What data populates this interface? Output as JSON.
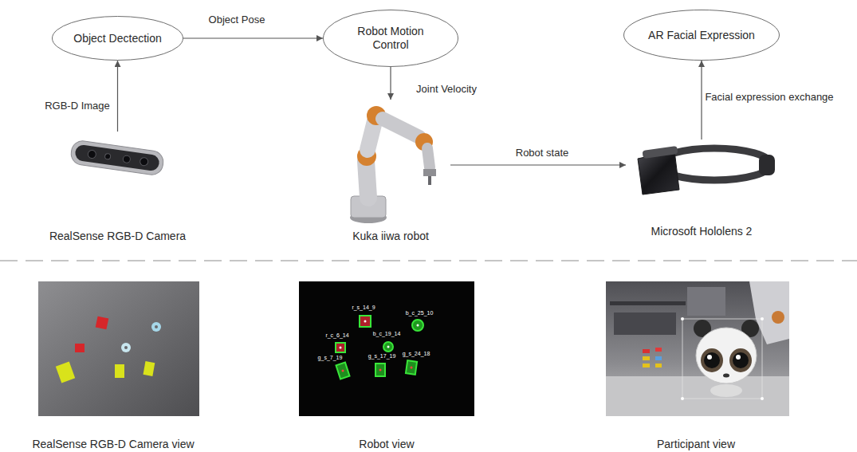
{
  "diagram": {
    "nodes": [
      {
        "text": [
          "Object Dectection"
        ]
      },
      {
        "text": [
          "Robot Motion Control"
        ]
      },
      {
        "text": [
          "AR Facial Expression"
        ]
      },
      {
        "text": [
          "RealSense RGB-D Camera"
        ]
      },
      {
        "text": [
          "Kuka iiwa robot"
        ]
      },
      {
        "text": [
          "Microsoft Hololens 2"
        ]
      }
    ],
    "edges": [
      {
        "from": 3,
        "to": 0,
        "label": "RGB-D Image",
        "arrow": "to"
      },
      {
        "from": 0,
        "to": 1,
        "label": "Object Pose",
        "arrow": "to"
      },
      {
        "from": 1,
        "to": 4,
        "label": "Joint Velocity",
        "arrow": "to"
      },
      {
        "from": 4,
        "to": 5,
        "label": "Robot state",
        "arrow": "to"
      },
      {
        "from": 5,
        "to": 2,
        "label": "Facial expression exchange",
        "arrow": "to"
      }
    ],
    "labels": [
      "r_s_14_9",
      "b_c_25_10",
      "r_c_6_14",
      "b_c_19_14",
      "g_s_7_19",
      "g_s_17_19",
      "g_s_24_18",
      "RealSense RGB-D Camera view",
      "Robot view",
      "Participant view"
    ]
  }
}
